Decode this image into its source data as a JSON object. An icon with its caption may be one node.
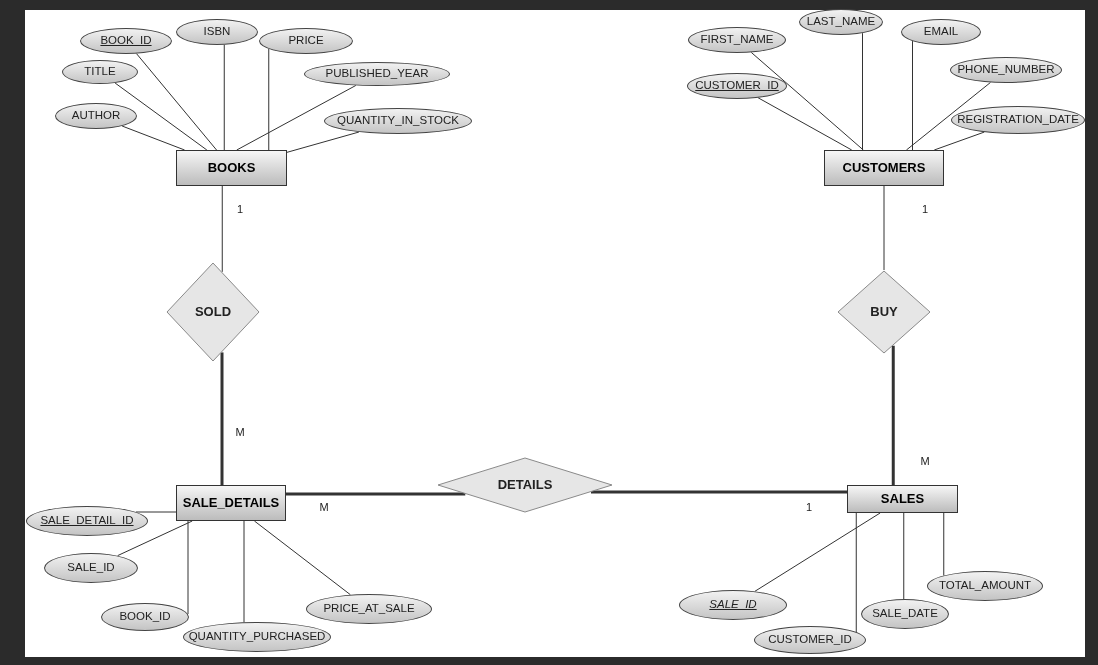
{
  "diagram": {
    "nodes": [
      {
        "text": [
          "BOOKS"
        ]
      },
      {
        "text": [
          "CUSTOMERS"
        ]
      },
      {
        "text": [
          "SOLD"
        ]
      },
      {
        "text": [
          "BUY"
        ]
      },
      {
        "text": [
          "SALE_DETAILS"
        ]
      },
      {
        "text": [
          "DETAILS"
        ]
      },
      {
        "text": [
          "SALES"
        ]
      },
      {
        "text": [
          "BOOK_ID"
        ]
      },
      {
        "text": [
          "ISBN"
        ]
      },
      {
        "text": [
          "PRICE"
        ]
      },
      {
        "text": [
          "TITLE"
        ]
      },
      {
        "text": [
          "PUBLISHED_YEAR"
        ]
      },
      {
        "text": [
          "AUTHOR"
        ]
      },
      {
        "text": [
          "QUANTITY_IN_STOCK"
        ]
      },
      {
        "text": [
          "LAST_NAME"
        ]
      },
      {
        "text": [
          "EMAIL"
        ]
      },
      {
        "text": [
          "FIRST_NAME"
        ]
      },
      {
        "text": [
          "PHONE_NUMBER"
        ]
      },
      {
        "text": [
          "CUSTOMER_ID"
        ]
      },
      {
        "text": [
          "REGISTRATION_DATE"
        ]
      },
      {
        "text": [
          "SALE_DETAIL_ID"
        ]
      },
      {
        "text": [
          "SALE_ID"
        ]
      },
      {
        "text": [
          "BOOK_ID"
        ]
      },
      {
        "text": [
          "QUANTITY_PURCHASED"
        ]
      },
      {
        "text": [
          "PRICE_AT_SALE"
        ]
      },
      {
        "text": [
          "SALE_ID"
        ]
      },
      {
        "text": [
          "CUSTOMER_ID"
        ]
      },
      {
        "text": [
          "SALE_DATE"
        ]
      },
      {
        "text": [
          "TOTAL_AMOUNT"
        ]
      }
    ],
    "edges": [
      {
        "from": 0,
        "to": 2,
        "arrow": "none"
      },
      {
        "from": 2,
        "to": 4,
        "arrow": "none",
        "style": "thick"
      },
      {
        "from": 1,
        "to": 3,
        "arrow": "none"
      },
      {
        "from": 3,
        "to": 6,
        "arrow": "none",
        "style": "thick"
      },
      {
        "from": 4,
        "to": 5,
        "arrow": "none",
        "style": "thick"
      },
      {
        "from": 5,
        "to": 6,
        "arrow": "none",
        "style": "thick"
      },
      {
        "from": 7,
        "to": 0,
        "arrow": "none"
      },
      {
        "from": 8,
        "to": 0,
        "arrow": "none"
      },
      {
        "from": 9,
        "to": 0,
        "arrow": "none"
      },
      {
        "from": 10,
        "to": 0,
        "arrow": "none"
      },
      {
        "from": 11,
        "to": 0,
        "arrow": "none"
      },
      {
        "from": 12,
        "to": 0,
        "arrow": "none"
      },
      {
        "from": 13,
        "to": 0,
        "arrow": "none"
      },
      {
        "from": 14,
        "to": 1,
        "arrow": "none"
      },
      {
        "from": 15,
        "to": 1,
        "arrow": "none"
      },
      {
        "from": 16,
        "to": 1,
        "arrow": "none"
      },
      {
        "from": 17,
        "to": 1,
        "arrow": "none"
      },
      {
        "from": 18,
        "to": 1,
        "arrow": "none"
      },
      {
        "from": 19,
        "to": 1,
        "arrow": "none"
      },
      {
        "from": 20,
        "to": 4,
        "arrow": "none"
      },
      {
        "from": 21,
        "to": 4,
        "arrow": "none"
      },
      {
        "from": 22,
        "to": 4,
        "arrow": "none"
      },
      {
        "from": 23,
        "to": 4,
        "arrow": "none"
      },
      {
        "from": 24,
        "to": 4,
        "arrow": "none"
      },
      {
        "from": 25,
        "to": 6,
        "arrow": "none"
      },
      {
        "from": 26,
        "to": 6,
        "arrow": "none"
      },
      {
        "from": 27,
        "to": 6,
        "arrow": "none"
      },
      {
        "from": 28,
        "to": 6,
        "arrow": "none"
      }
    ],
    "labels": [
      "1",
      "1",
      "M",
      "M",
      "M",
      "1"
    ]
  }
}
